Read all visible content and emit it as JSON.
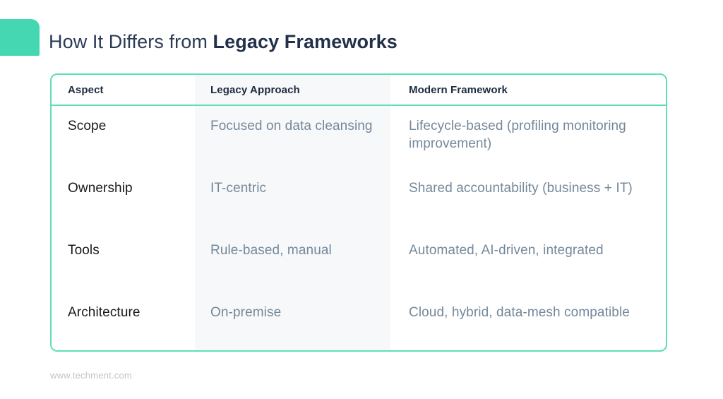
{
  "header": {
    "title_light": "How It Differs from ",
    "title_bold": "Legacy Frameworks",
    "accent_color": "#44D7B1"
  },
  "table": {
    "border_color": "#5FDEB7",
    "mid_column_bg": "#F7F8F9",
    "columns": [
      {
        "key": "aspect",
        "label": "Aspect"
      },
      {
        "key": "legacy",
        "label": "Legacy Approach"
      },
      {
        "key": "modern",
        "label": "Modern Framework"
      }
    ],
    "rows": [
      {
        "aspect": "Scope",
        "legacy": "Focused on data cleansing",
        "modern": "Lifecycle-based (profiling monitoring improvement)"
      },
      {
        "aspect": "Ownership",
        "legacy": "IT-centric",
        "modern": "Shared accountability (business + IT)"
      },
      {
        "aspect": "Tools",
        "legacy": "Rule-based, manual",
        "modern": "Automated, AI-driven, integrated"
      },
      {
        "aspect": "Architecture",
        "legacy": "On-premise",
        "modern": "Cloud, hybrid, data-mesh compatible"
      }
    ]
  },
  "footer": {
    "url": "www.techment.com"
  }
}
